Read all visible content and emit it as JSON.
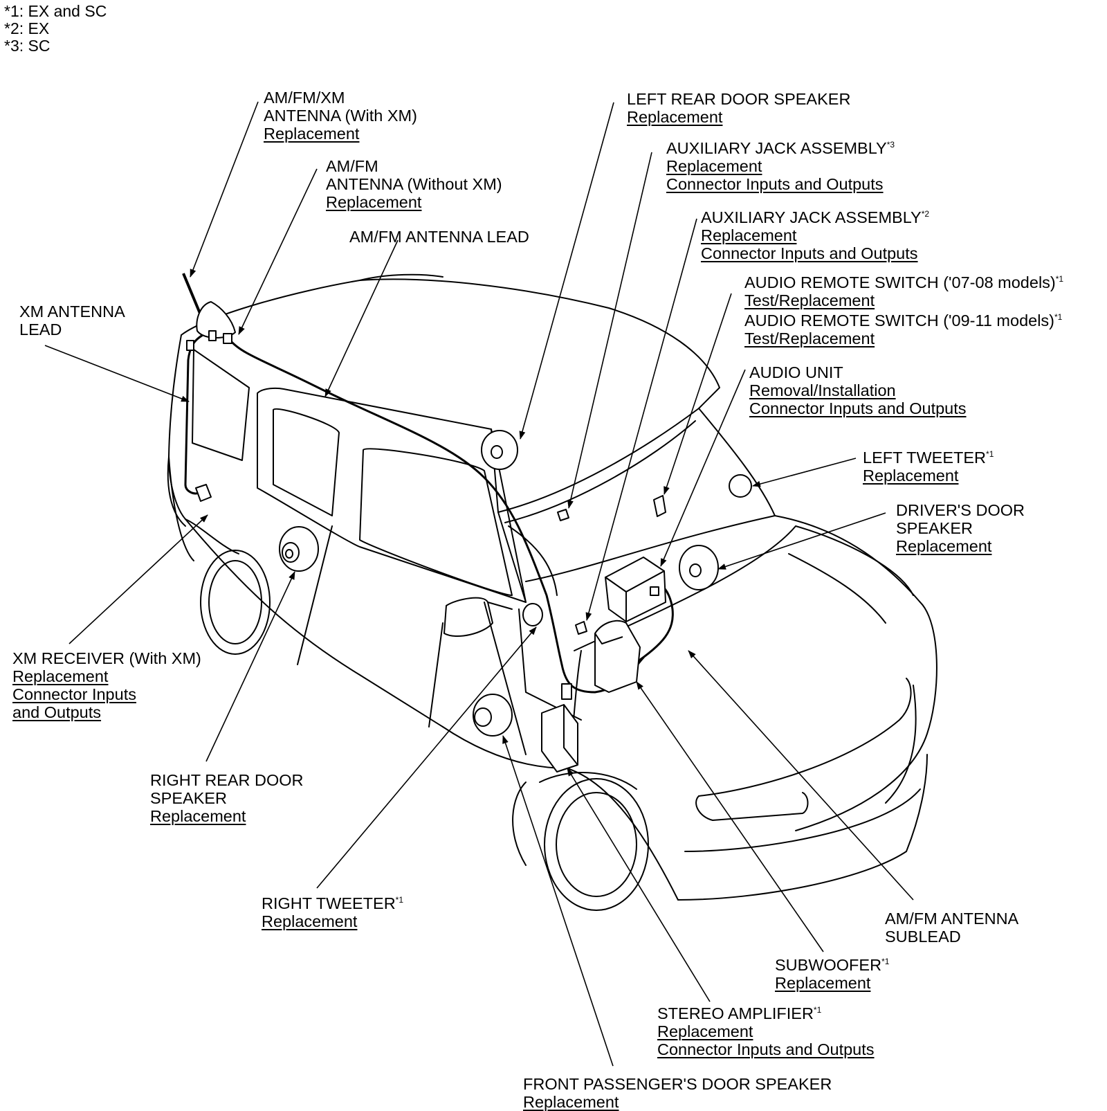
{
  "notes": [
    "*1: EX and SC",
    "*2: EX",
    "*3: SC"
  ],
  "callouts": [
    {
      "id": "amfmxm-antenna",
      "lines": [
        "AM/FM/XM",
        "ANTENNA (With XM)"
      ],
      "sup": "",
      "links": [
        "Replacement"
      ]
    },
    {
      "id": "amfm-antenna",
      "lines": [
        "AM/FM",
        "ANTENNA (Without XM)"
      ],
      "sup": "",
      "links": [
        "Replacement"
      ]
    },
    {
      "id": "amfm-antenna-lead",
      "lines": [
        "AM/FM ANTENNA LEAD"
      ],
      "sup": "",
      "links": []
    },
    {
      "id": "xm-antenna-lead",
      "lines": [
        "XM ANTENNA",
        "LEAD"
      ],
      "sup": "",
      "links": []
    },
    {
      "id": "left-rear-door-speaker",
      "lines": [
        "LEFT REAR DOOR SPEAKER"
      ],
      "sup": "",
      "links": [
        "Replacement"
      ]
    },
    {
      "id": "aux-jack-sc",
      "lines": [
        "AUXILIARY JACK ASSEMBLY"
      ],
      "sup": "*3",
      "links": [
        "Replacement",
        "Connector Inputs and Outputs"
      ]
    },
    {
      "id": "aux-jack-ex",
      "lines": [
        "AUXILIARY JACK ASSEMBLY"
      ],
      "sup": "*2",
      "links": [
        "Replacement",
        "Connector Inputs and Outputs"
      ]
    },
    {
      "id": "audio-remote-0708",
      "lines": [
        "AUDIO REMOTE SWITCH ('07-08 models)"
      ],
      "sup": "*1",
      "links": [
        "Test/Replacement"
      ]
    },
    {
      "id": "audio-remote-0911",
      "lines": [
        "AUDIO REMOTE SWITCH ('09-11 models)"
      ],
      "sup": "*1",
      "links": [
        "Test/Replacement"
      ]
    },
    {
      "id": "audio-unit",
      "lines": [
        "AUDIO UNIT"
      ],
      "sup": "",
      "links": [
        "Removal/Installation",
        "Connector Inputs and Outputs"
      ]
    },
    {
      "id": "left-tweeter",
      "lines": [
        "LEFT TWEETER"
      ],
      "sup": "*1",
      "links": [
        "Replacement"
      ]
    },
    {
      "id": "drivers-door-speaker",
      "lines": [
        "DRIVER'S DOOR",
        "SPEAKER"
      ],
      "sup": "",
      "links": [
        "Replacement"
      ]
    },
    {
      "id": "xm-receiver",
      "lines": [
        "XM RECEIVER (With XM)"
      ],
      "sup": "",
      "links": [
        "Replacement",
        "Connector Inputs",
        "and Outputs"
      ]
    },
    {
      "id": "right-rear-door-speaker",
      "lines": [
        "RIGHT REAR DOOR",
        "SPEAKER"
      ],
      "sup": "",
      "links": [
        "Replacement"
      ]
    },
    {
      "id": "right-tweeter",
      "lines": [
        "RIGHT TWEETER"
      ],
      "sup": "*1",
      "links": [
        "Replacement"
      ]
    },
    {
      "id": "amfm-antenna-sublead",
      "lines": [
        "AM/FM ANTENNA",
        "SUBLEAD"
      ],
      "sup": "",
      "links": []
    },
    {
      "id": "subwoofer",
      "lines": [
        "SUBWOOFER"
      ],
      "sup": "*1",
      "links": [
        "Replacement"
      ]
    },
    {
      "id": "stereo-amplifier",
      "lines": [
        "STEREO AMPLIFIER"
      ],
      "sup": "*1",
      "links": [
        "Replacement",
        "Connector Inputs and Outputs"
      ]
    },
    {
      "id": "front-passenger-door-speaker",
      "lines": [
        "FRONT PASSENGER'S DOOR SPEAKER"
      ],
      "sup": "",
      "links": [
        "Replacement"
      ]
    }
  ]
}
